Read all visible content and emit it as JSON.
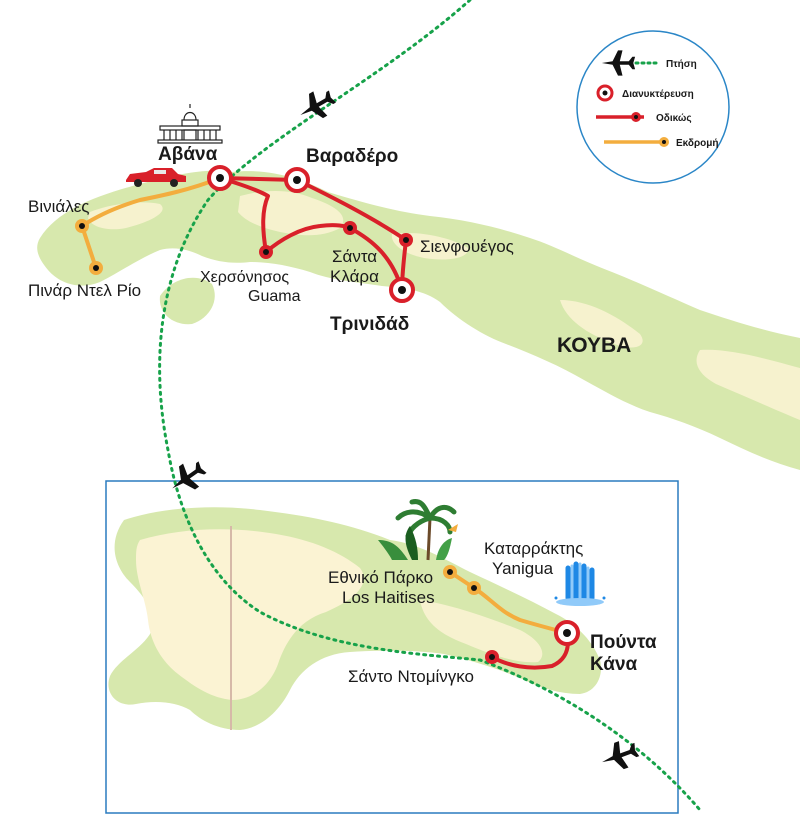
{
  "colors": {
    "land": "#d7e8ad",
    "land_interior": "#fbf3d3",
    "route_road": "#d9202a",
    "route_excursion": "#f3ad3e",
    "flight": "#17a24a",
    "inset_frame": "#2a7bbf",
    "legend_border": "#2a86c7"
  },
  "legend": {
    "flight": "Πτήση",
    "overnight": "Διανυκτέρευση",
    "road": "Οδικώς",
    "excursion": "Εκδρομή"
  },
  "cuba": {
    "country": "ΚΟΥΒΑ",
    "havana": "Αβάνα",
    "varadero": "Βαραδέρο",
    "vinales": "Βινιάλες",
    "pinar": "Πινάρ Ντελ Ρίο",
    "guama_line1": "Χερσόνησος",
    "guama_line2": "Guama",
    "santa_clara_line1": "Σάντα",
    "santa_clara_line2": "Κλάρα",
    "cienfuegos": "Σιενφουέγος",
    "trinidad": "Τρινιδάδ"
  },
  "dominican": {
    "haitises_line1": "Εθνικό Πάρκο",
    "haitises_line2": "Los Haitises",
    "yanigua_line1": "Καταρράκτης",
    "yanigua_line2": "Yanigua",
    "punta_line1": "Πούντα",
    "punta_line2": "Κάνα",
    "santo_domingo": "Σάντο Ντομίνγκο"
  },
  "icons": {
    "capitol": "capitol-building-icon",
    "car": "classic-car-icon",
    "palms": "palm-trees-icon",
    "waterfall": "waterfall-icon",
    "plane": "airplane-icon"
  }
}
